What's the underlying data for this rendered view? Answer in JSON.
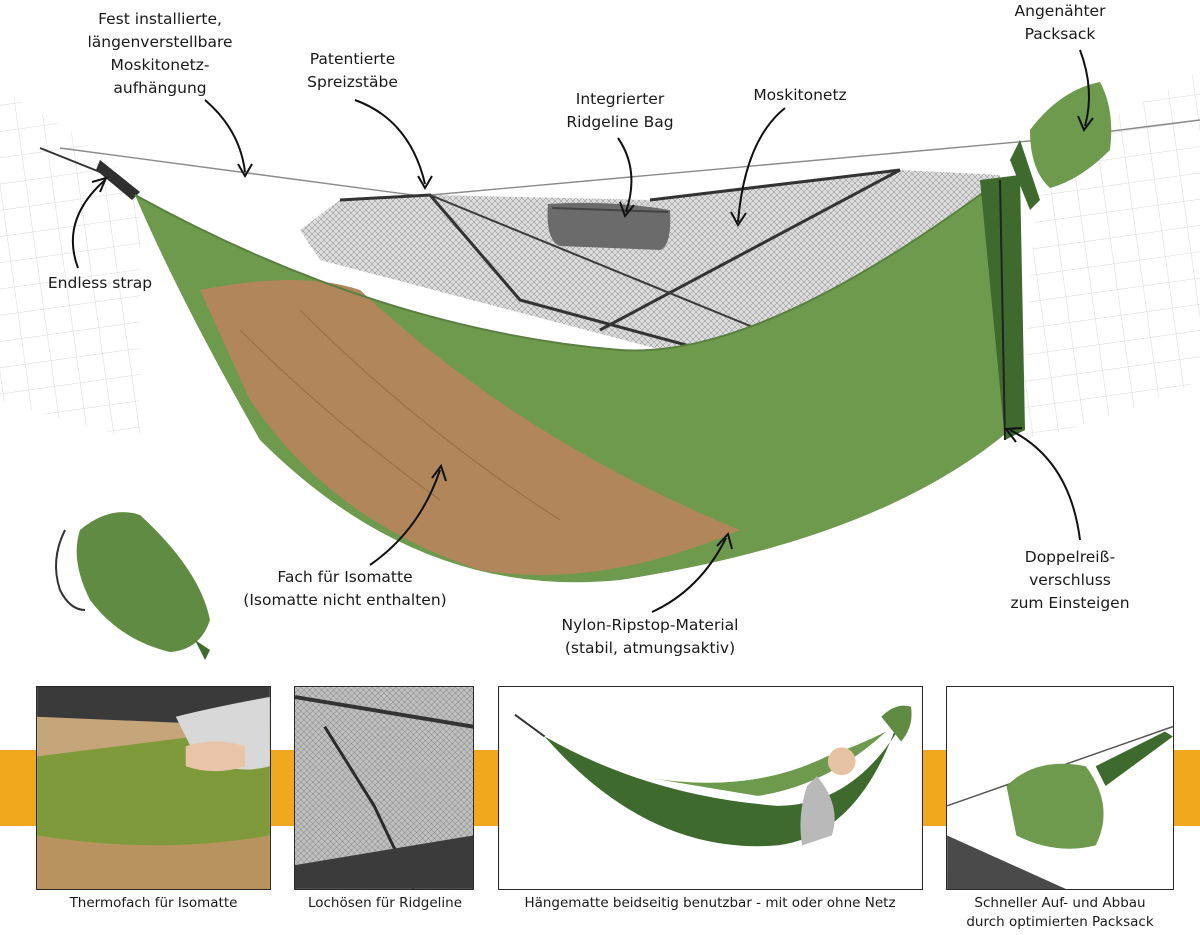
{
  "colors": {
    "hammock_green": "#6e9a4e",
    "hammock_dark_green": "#3f6a2e",
    "mat_brown": "#b0865a",
    "net_gray": "#3d3d3d",
    "band_orange": "#f2a81c"
  },
  "annotations": {
    "suspension": "Fest installierte,\nlängenverstellbare\nMoskitonetz-\naufhängung",
    "spreader": "Patentierte\nSpreizstäbe",
    "ridgeline_bag": "Integrierter\nRidgeline Bag",
    "mosquito_net": "Moskitonetz",
    "packsack": "Angenähter\nPacksack",
    "endless_strap": "Endless strap",
    "mat_pocket": "Fach für Isomatte\n(Isomatte nicht enthalten)",
    "material": "Nylon-Ripstop-Material\n(stabil, atmungsaktiv)",
    "zipper": "Doppelreiß-\nverschluss\nzum Einsteigen"
  },
  "gallery": [
    {
      "caption": "Thermofach für Isomatte"
    },
    {
      "caption": "Lochösen für Ridgeline"
    },
    {
      "caption": "Hängematte beidseitig benutzbar - mit oder ohne Netz"
    },
    {
      "caption": "Schneller Auf- und Abbau\ndurch optimierten Packsack"
    }
  ]
}
